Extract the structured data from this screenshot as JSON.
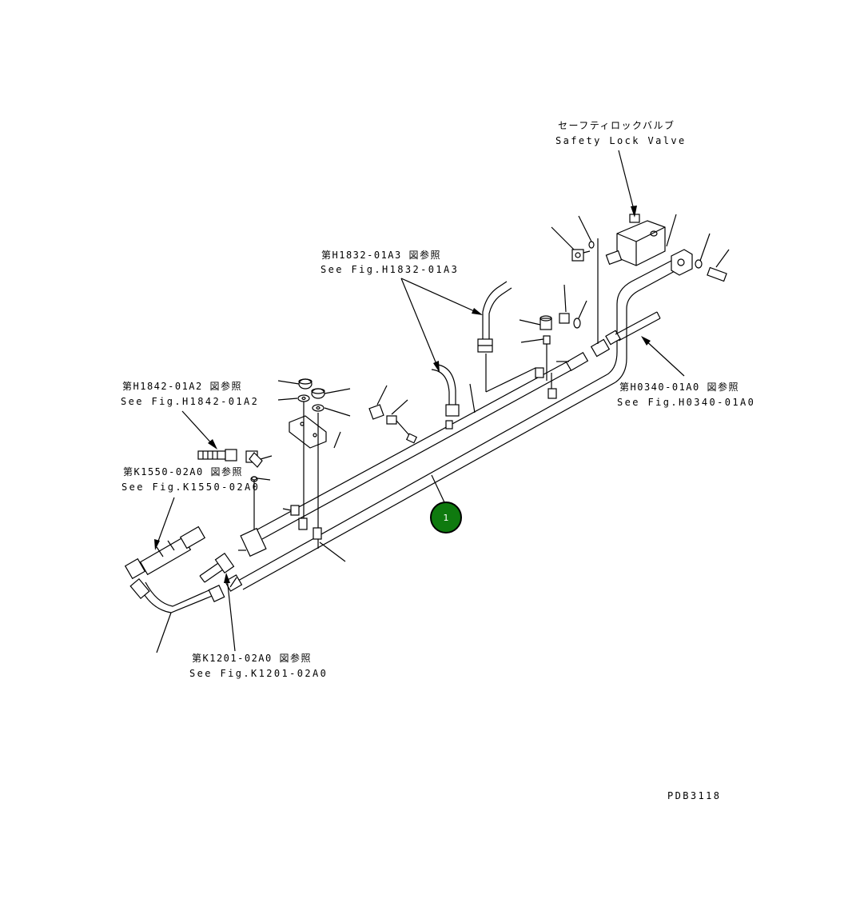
{
  "labels": {
    "safety_valve_jp": "セーフティロックバルブ",
    "safety_valve_en": "Safety Lock Valve",
    "ref_h1832_jp": "第H1832-01A3 図参照",
    "ref_h1832_en": "See Fig.H1832-01A3",
    "ref_h1842_jp": "第H1842-01A2 図参照",
    "ref_h1842_en": "See Fig.H1842-01A2",
    "ref_k1550_jp": "第K1550-02A0 図参照",
    "ref_k1550_en": "See Fig.K1550-02A0",
    "ref_h0340_jp": "第H0340-01A0 図参照",
    "ref_h0340_en": "See Fig.H0340-01A0",
    "ref_k1201_jp": "第K1201-02A0 図参照",
    "ref_k1201_en": "See Fig.K1201-02A0",
    "drawing_number": "PDB3118"
  },
  "callouts": [
    {
      "number": "1",
      "color": "#0f7a0f"
    }
  ]
}
